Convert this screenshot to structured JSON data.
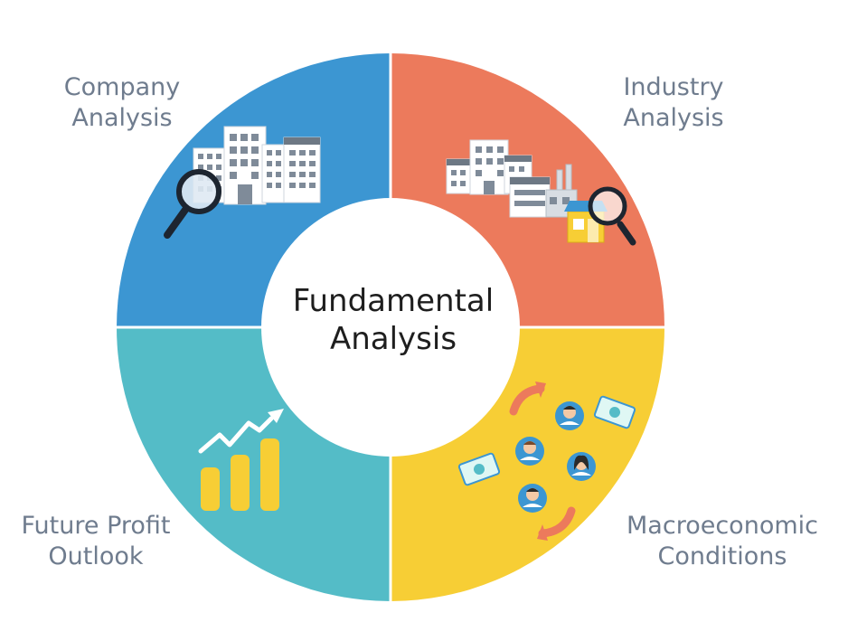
{
  "center": {
    "line1": "Fundamental",
    "line2": "Analysis"
  },
  "segments": [
    {
      "id": "company",
      "line1": "Company",
      "line2": "Analysis",
      "color": "#3c96d2",
      "icon": "buildings-magnifier-icon"
    },
    {
      "id": "industry",
      "line1": "Industry",
      "line2": "Analysis",
      "color": "#ec7a5c",
      "icon": "factory-shop-magnifier-icon"
    },
    {
      "id": "macro",
      "line1": "Macroeconomic",
      "line2": "Conditions",
      "color": "#f7ce35",
      "icon": "people-money-cycle-icon"
    },
    {
      "id": "future",
      "line1": "Future Profit",
      "line2": "Outlook",
      "color": "#54bcc7",
      "icon": "rising-bar-chart-icon"
    }
  ],
  "colors": {
    "label": "#6f7c8e",
    "center_text": "#1e1e1e",
    "center_fill": "#ffffff"
  }
}
